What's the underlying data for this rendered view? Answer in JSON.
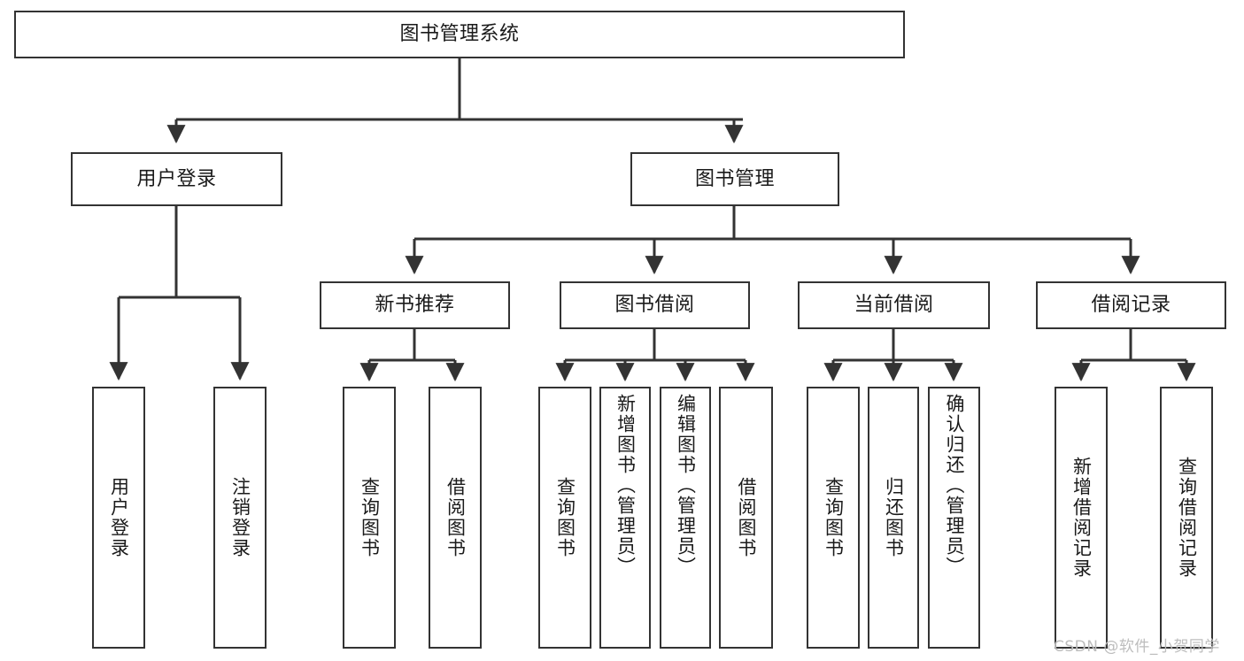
{
  "diagram": {
    "title": "图书管理系统",
    "type": "hierarchy-tree",
    "background_color": "#ffffff",
    "line_color": "#333333",
    "text_color": "#1a1a1a",
    "nodes": {
      "root": {
        "label": "图书管理系统"
      },
      "level2": [
        {
          "label": "用户登录"
        },
        {
          "label": "图书管理"
        }
      ],
      "level3": [
        {
          "label": "新书推荐"
        },
        {
          "label": "图书借阅"
        },
        {
          "label": "当前借阅"
        },
        {
          "label": "借阅记录"
        }
      ],
      "leaves_user_login": [
        {
          "label": "用户登录"
        },
        {
          "label": "注销登录"
        }
      ],
      "leaves_new_book": [
        {
          "label": "查询图书"
        },
        {
          "label": "借阅图书"
        }
      ],
      "leaves_borrow": [
        {
          "label": "查询图书"
        },
        {
          "label": "新增图书（管理员）"
        },
        {
          "label": "编辑图书（管理员）"
        },
        {
          "label": "借阅图书"
        }
      ],
      "leaves_current": [
        {
          "label": "查询图书"
        },
        {
          "label": "归还图书"
        },
        {
          "label": "确认归还（管理员）"
        }
      ],
      "leaves_record": [
        {
          "label": "新增借阅记录"
        },
        {
          "label": "查询借阅记录"
        }
      ]
    },
    "watermark": "CSDN @软件_小贺同学"
  }
}
